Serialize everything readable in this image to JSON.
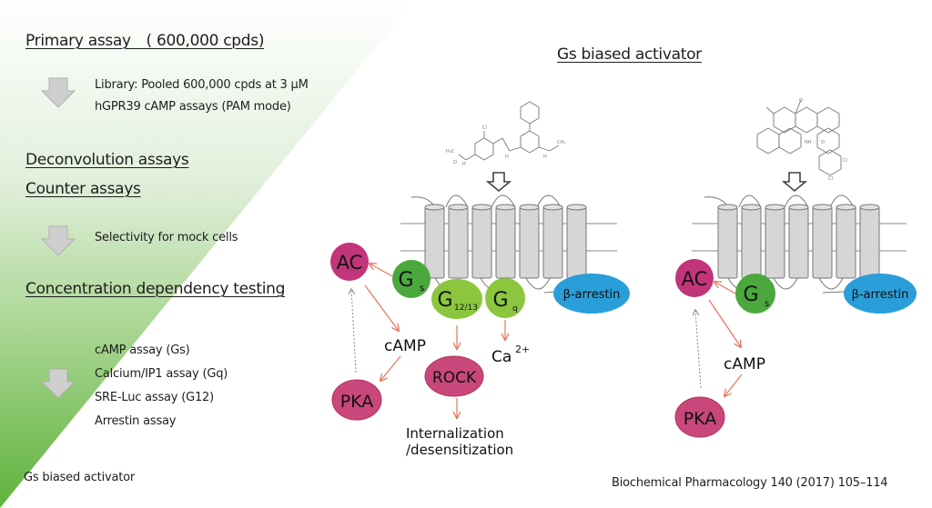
{
  "left_panel": {
    "primary_assay": {
      "title": "Primary assay　( 600,000 cpds)",
      "lines": [
        "Library: Pooled 600,000 cpds at 3 µM",
        "hGPR39 cAMP assays (PAM mode)"
      ]
    },
    "deconvolution": {
      "title": "Deconvolution assays"
    },
    "counter": {
      "title": "Counter assays",
      "lines": [
        "Selectivity for mock cells"
      ]
    },
    "concentration": {
      "title": "Concentration dependency testing",
      "lines": [
        "cAMP assay (Gs)",
        "Calcium/IP1 assay (Gq)",
        "SRE-Luc assay (G12)",
        "Arrestin assay"
      ]
    },
    "footer": "Gs biased activator",
    "arrow_icon": "down-arrow-icon"
  },
  "right_panel": {
    "title": "Gs biased activator",
    "citation": "Biochemical Pharmacology 140 (2017) 105–114",
    "left_pathway": {
      "nodes": {
        "ac": "AC",
        "gs_main": "G",
        "gs_sub": "s",
        "g1213_main": "G",
        "g1213_sub": "12/13",
        "gq_main": "G",
        "gq_sub": "q",
        "arrestin": "β-arrestin",
        "camp": "cAMP",
        "pka": "PKA",
        "rock": "ROCK",
        "ca_main": "Ca",
        "ca_sup": "2+",
        "internalization_1": "Internalization",
        "internalization_2": "/desensitization"
      }
    },
    "right_pathway": {
      "nodes": {
        "ac": "AC",
        "gs_main": "G",
        "gs_sub": "s",
        "arrestin": "β-arrestin",
        "camp": "cAMP",
        "pka": "PKA"
      }
    }
  },
  "colors": {
    "green_gradient_top": "#f6fbf4",
    "green_gradient_bottom": "#6cb84a",
    "magenta": "#c2357a",
    "pink": "#c9477b",
    "gs_green": "#4aa83c",
    "light_green": "#8cc63f",
    "arrestin_blue": "#2a9ed8",
    "arrow_red": "#e8735a",
    "helix_gray": "#d6d6d6"
  }
}
